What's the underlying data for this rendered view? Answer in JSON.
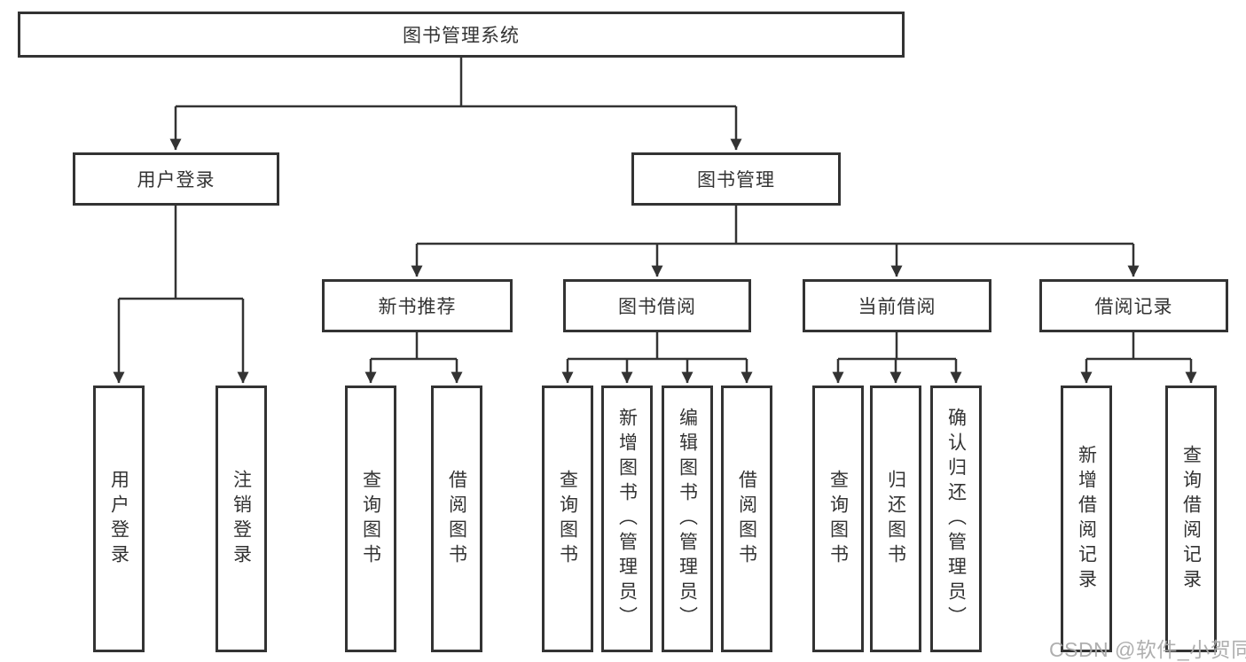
{
  "diagram": {
    "root": {
      "label": "图书管理系统"
    },
    "user_login": {
      "label": "用户登录",
      "children": [
        {
          "label": "用户登录"
        },
        {
          "label": "注销登录"
        }
      ]
    },
    "book_management": {
      "label": "图书管理",
      "modules": [
        {
          "label": "新书推荐",
          "children": [
            {
              "label": "查询图书"
            },
            {
              "label": "借阅图书"
            }
          ]
        },
        {
          "label": "图书借阅",
          "children": [
            {
              "label": "查询图书"
            },
            {
              "label": "新增图书（管理员）"
            },
            {
              "label": "编辑图书（管理员）"
            },
            {
              "label": "借阅图书"
            }
          ]
        },
        {
          "label": "当前借阅",
          "children": [
            {
              "label": "查询图书"
            },
            {
              "label": "归还图书"
            },
            {
              "label": "确认归还（管理员）"
            }
          ]
        },
        {
          "label": "借阅记录",
          "children": [
            {
              "label": "新增借阅记录"
            },
            {
              "label": "查询借阅记录"
            }
          ]
        }
      ]
    }
  },
  "watermark": "CSDN @软件_小贺同学",
  "colors": {
    "line": "#333333",
    "text": "#333333",
    "background": "#ffffff",
    "watermark": "#a8a8a8"
  }
}
